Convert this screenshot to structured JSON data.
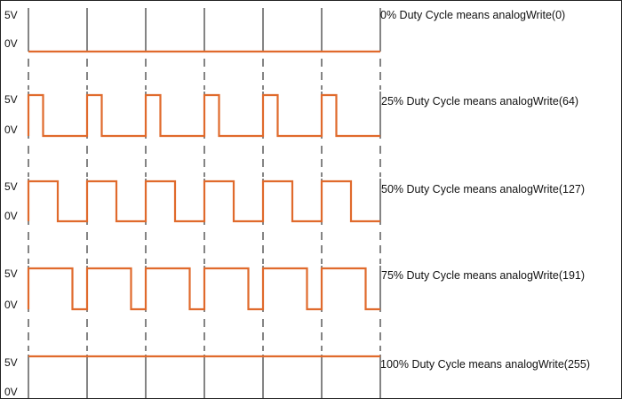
{
  "signal_color": "#e06a2c",
  "grid_color": "#333333",
  "rows": [
    {
      "duty": 0,
      "high_label": "5V",
      "low_label": "0V",
      "caption": "0% Duty Cycle  means analogWrite(0)"
    },
    {
      "duty": 25,
      "high_label": "5V",
      "low_label": "0V",
      "caption": "25% Duty Cycle  means analogWrite(64)"
    },
    {
      "duty": 50,
      "high_label": "5V",
      "low_label": "0V",
      "caption": "50% Duty Cycle  means analogWrite(127)"
    },
    {
      "duty": 75,
      "high_label": "5V",
      "low_label": "0V",
      "caption": "75% Duty Cycle  means analogWrite(191)"
    },
    {
      "duty": 100,
      "high_label": "5V",
      "low_label": "0V",
      "caption": "100% Duty Cycle  means analogWrite(255)"
    }
  ]
}
